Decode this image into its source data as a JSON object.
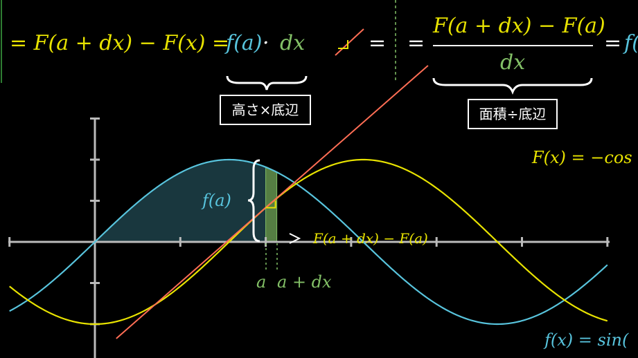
{
  "colors": {
    "background": "#000000",
    "yellow": "#e8e300",
    "blue": "#58c4dd",
    "green": "#83c167",
    "red": "#ff6e55",
    "white": "#ffffff",
    "axis": "#bbbbbb",
    "sidebar_green": "#2e7d32"
  },
  "equation_top": {
    "part1": "= F(a + dx) − F(x) = ",
    "fa": "f(a)",
    "dot": " · ",
    "dx": "dx",
    "equals_mid": "=",
    "equals_left": "=",
    "frac_num": "F(a + dx) − F(a)",
    "frac_den": "dx",
    "equals_right": "= ",
    "right_cut": "f("
  },
  "labels": {
    "height_times_base": "高さ×底辺",
    "area_div_base": "面積÷底辺",
    "F_def": "F(x) = −cos",
    "f_def": "f(x) = sin(",
    "f_of_a": "f(a)",
    "delta_F": "F(a + dx) − F(a)",
    "tick_a": "a",
    "tick_a_dx": "a + dx"
  },
  "chart_data": {
    "type": "line",
    "title": "",
    "xlabel": "",
    "ylabel": "",
    "xlim": [
      -1.0,
      6.0
    ],
    "ylim": [
      -1.35,
      1.4
    ],
    "series": [
      {
        "name": "f(x) = sin(x)",
        "color": "#58c4dd",
        "fn": "sin"
      },
      {
        "name": "F(x) = −cos(x)",
        "color": "#e8e300",
        "fn": "negcos"
      }
    ],
    "shaded_area_under_f": {
      "from": 0.0,
      "to": 2.0
    },
    "strip": {
      "a": 2.0,
      "dx": 0.13
    },
    "tangent_line_at": 2.0
  }
}
